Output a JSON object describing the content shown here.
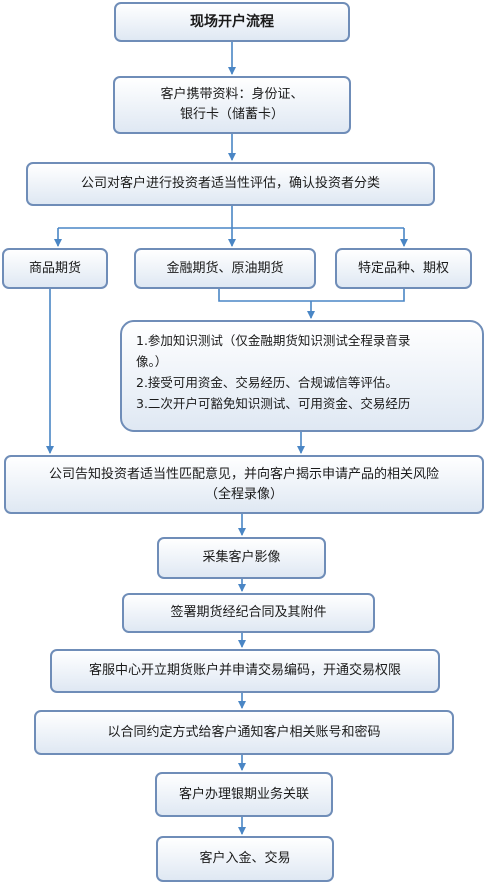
{
  "title": "现场开户流程",
  "step_materials": [
    "客户携带资料：身份证、",
    "银行卡（储蓄卡）"
  ],
  "step_assessment": "公司对客户进行投资者适当性评估，确认投资者分类",
  "branch_commodity": "商品期货",
  "branch_financial": "金融期货、原油期货",
  "branch_specific": "特定品种、期权",
  "requirements": [
    "1.参加知识测试（仅金融期货知识测试全程录音录",
    "像。）",
    "2.接受可用资金、交易经历、合规诚信等评估。",
    "3.二次开户可豁免知识测试、可用资金、交易经历"
  ],
  "step_disclosure": [
    "公司告知投资者适当性匹配意见，并向客户揭示申请产品的相关风险",
    "（全程录像）"
  ],
  "step_image_capture": "采集客户影像",
  "step_contract": "签署期货经纪合同及其附件",
  "step_account_open": "客服中心开立期货账户并申请交易编码，开通交易权限",
  "step_notify": "以合同约定方式给客户通知客户相关账号和密码",
  "step_bank_link": "客户办理银期业务关联",
  "step_final": "客户入金、交易",
  "colors": {
    "box_border": "#6f8db8",
    "box_fill_top": "#ffffff",
    "box_fill_bottom": "#dfe8f3",
    "connector": "#4a86c5"
  }
}
